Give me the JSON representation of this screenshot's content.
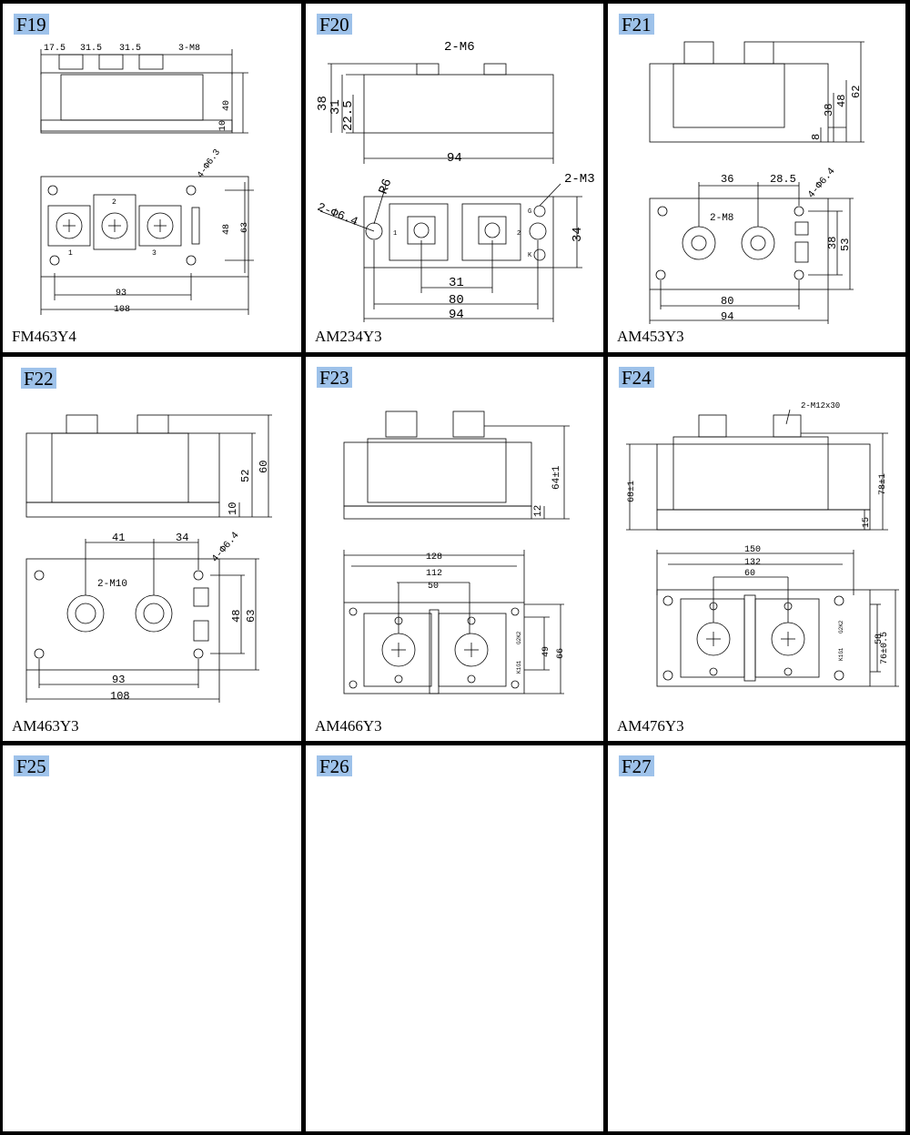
{
  "cells": [
    {
      "tag": "F19",
      "model": "FM463Y4",
      "dims": [
        "17.5",
        "31.5",
        "31.5",
        "3-M8",
        "40",
        "10",
        "4-Ф6.3",
        "48",
        "63",
        "93",
        "108",
        "1",
        "2",
        "3"
      ]
    },
    {
      "tag": "F20",
      "model": "AM234Y3",
      "dims": [
        "2-M6",
        "38",
        "31",
        "22.5",
        "94",
        "2-M3",
        "R6",
        "2-Ф6.4",
        "34",
        "31",
        "80",
        "94",
        "1",
        "2",
        "G",
        "K"
      ]
    },
    {
      "tag": "F21",
      "model": "AM453Y3",
      "dims": [
        "62",
        "48",
        "38",
        "8",
        "36",
        "28.5",
        "4-Ф6.4",
        "2-M8",
        "38",
        "53",
        "80",
        "94"
      ]
    },
    {
      "tag": "F22",
      "model": "AM463Y3",
      "dims": [
        "60",
        "52",
        "10",
        "41",
        "34",
        "4-Ф6.4",
        "2-M10",
        "48",
        "63",
        "93",
        "108"
      ]
    },
    {
      "tag": "F23",
      "model": "AM466Y3",
      "dims": [
        "64±1",
        "12",
        "128",
        "112",
        "50",
        "49",
        "66",
        "G2K2",
        "K1G1"
      ]
    },
    {
      "tag": "F24",
      "model": "AM476Y3",
      "dims": [
        "2-M12x30",
        "68±1",
        "78±1",
        "15",
        "150",
        "132",
        "60",
        "58",
        "76±0.5",
        "G2K2",
        "K1G1"
      ]
    },
    {
      "tag": "F25",
      "model": "",
      "dims": []
    },
    {
      "tag": "F26",
      "model": "",
      "dims": []
    },
    {
      "tag": "F27",
      "model": "",
      "dims": []
    }
  ]
}
